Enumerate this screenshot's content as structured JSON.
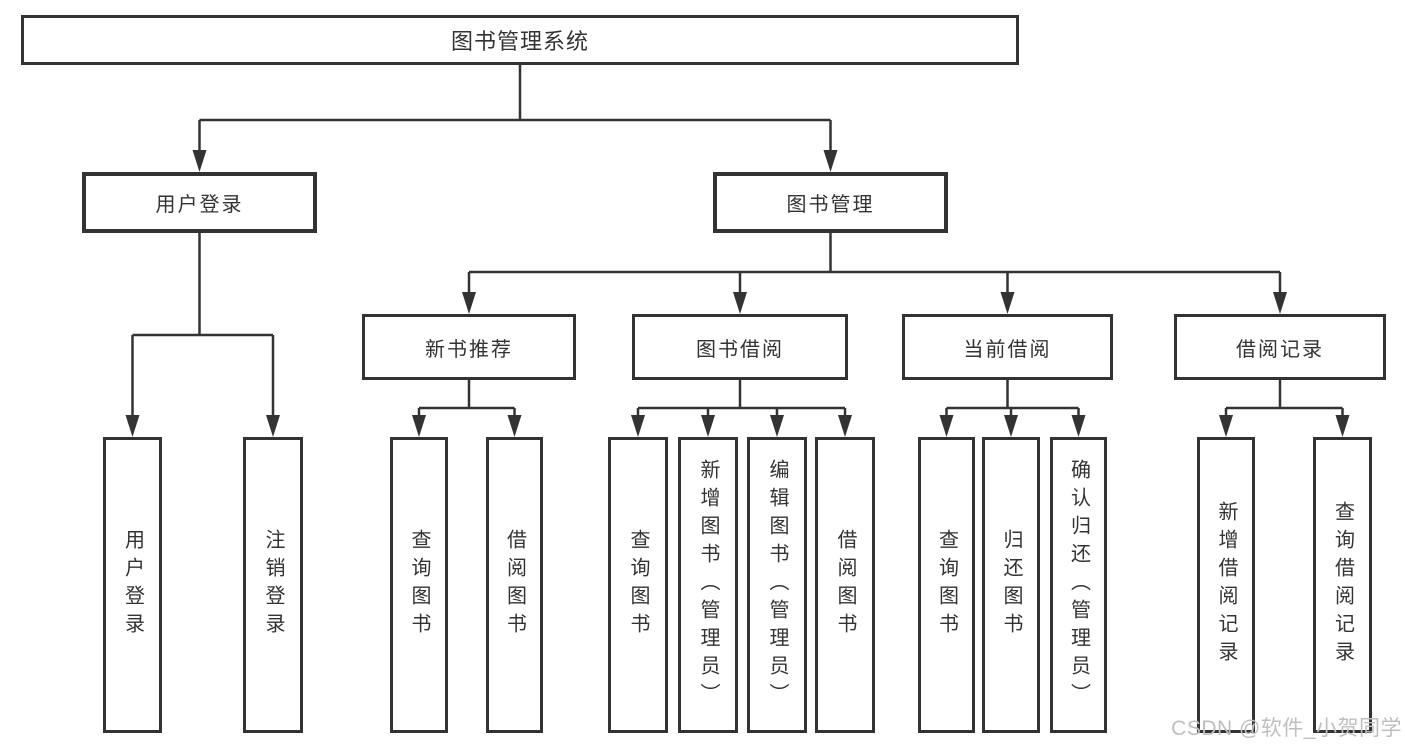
{
  "diagram_title": "图书管理系统",
  "nodes": {
    "root": {
      "label": "图书管理系统"
    },
    "user_login": {
      "label": "用户登录"
    },
    "book_mgmt": {
      "label": "图书管理"
    },
    "new_book_rec": {
      "label": "新书推荐"
    },
    "book_borrow": {
      "label": "图书借阅"
    },
    "current_borrow": {
      "label": "当前借阅"
    },
    "borrow_records": {
      "label": "借阅记录"
    },
    "leaf_user_login": {
      "label": "用户登录"
    },
    "leaf_logout": {
      "label": "注销登录"
    },
    "leaf_query_books_rec": {
      "label": "查询图书"
    },
    "leaf_borrow_books_rec": {
      "label": "借阅图书"
    },
    "leaf_query_books_borrow": {
      "label": "查询图书"
    },
    "leaf_add_books_admin": {
      "label": "新增图书（管理员）"
    },
    "leaf_edit_books_admin": {
      "label": "编辑图书（管理员）"
    },
    "leaf_borrow_books_borrow": {
      "label": "借阅图书"
    },
    "leaf_query_books_current": {
      "label": "查询图书"
    },
    "leaf_return_books": {
      "label": "归还图书"
    },
    "leaf_confirm_return_admin": {
      "label": "确认归还（管理员）"
    },
    "leaf_add_borrow_record": {
      "label": "新增借阅记录"
    },
    "leaf_query_borrow_record": {
      "label": "查询借阅记录"
    }
  },
  "watermark": {
    "text": "CSDN @软件_小贺同学"
  },
  "colors": {
    "line": "#333333",
    "text": "#333333",
    "box_background": "#ffffff",
    "watermark": "#bfbfbf"
  }
}
